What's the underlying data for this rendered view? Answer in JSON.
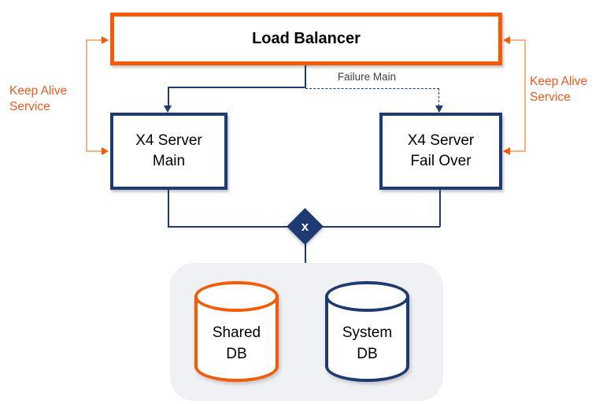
{
  "diagram": {
    "load_balancer": {
      "label": "Load Balancer"
    },
    "server_main": {
      "label": "X4 Server\nMain"
    },
    "server_failover": {
      "label": "X4 Server\nFail Over"
    },
    "keep_alive_left": {
      "label": "Keep Alive\nService"
    },
    "keep_alive_right": {
      "label": "Keep Alive\nService"
    },
    "failure_main": {
      "label": "Failure Main"
    },
    "junction": {
      "label": "x"
    },
    "databases": {
      "shared": {
        "label": "Shared\nDB"
      },
      "system": {
        "label": "System\nDB"
      }
    }
  },
  "colors": {
    "orange": "#f55a05",
    "orange_light": "#f9b185",
    "orange_text": "#ee5a1f",
    "navy": "#1e3a72",
    "container_gray": "#f0f1f5",
    "label_dark": "#404040"
  }
}
